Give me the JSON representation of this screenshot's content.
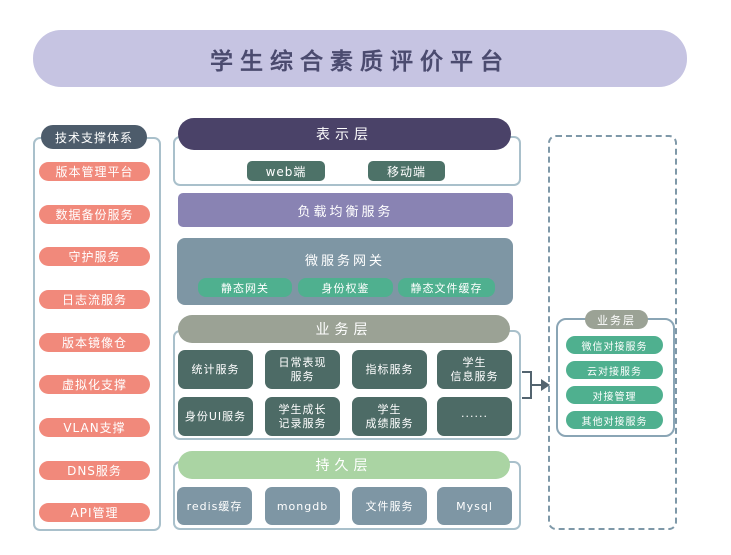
{
  "title": "学生综合素质评价平台",
  "tech": {
    "header": "技术支撑体系",
    "items": [
      "版本管理平台",
      "数据备份服务",
      "守护服务",
      "日志流服务",
      "版本镜像仓",
      "虚拟化支撑",
      "VLAN支撑",
      "DNS服务",
      "API管理"
    ]
  },
  "presentation": {
    "header": "表示层",
    "web": "web端",
    "mobile": "移动端"
  },
  "load_balancer": "负载均衡服务",
  "gateway": {
    "header": "微服务网关",
    "items": [
      "静态网关",
      "身份权鉴",
      "静态文件缓存"
    ]
  },
  "business": {
    "header": "业务层",
    "services": [
      "统计服务",
      "日常表现\n服务",
      "指标服务",
      "学生\n信息服务",
      "身份UI服务",
      "学生成长\n记录服务",
      "学生\n成绩服务",
      "······"
    ]
  },
  "persistence": {
    "header": "持久层",
    "items": [
      "redis缓存",
      "mongdb",
      "文件服务",
      "Mysql"
    ]
  },
  "integration": {
    "header": "业务层",
    "items": [
      "微信对接服务",
      "云对接服务",
      "对接管理",
      "其他对接服务"
    ]
  },
  "colors": {
    "banner_bg": "#c6c4e2",
    "banner_text": "#4b4b6f",
    "tech_header_bg": "#4d5c6b",
    "tech_item_bg": "#f1897b",
    "presentation_pill_bg": "#4a4268",
    "client_btn_bg": "#4d7268",
    "load_balancer_bg": "#8983b3",
    "gateway_bg": "#7e96a4",
    "green_btn_bg": "#4fb08f",
    "business_header_bg": "#9ba295",
    "service_bg": "#4d6b66",
    "persistence_header_bg": "#aad4a3",
    "db_bg": "#7e96a4",
    "panel_border": "#a9c0cb",
    "dashed_border": "#7e98a8"
  }
}
